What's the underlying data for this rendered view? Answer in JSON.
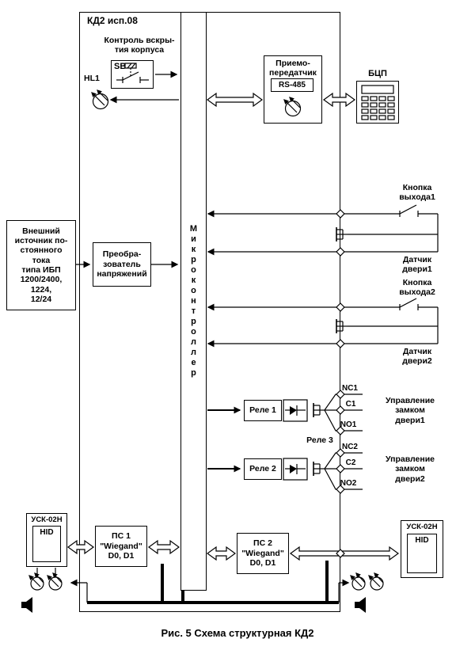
{
  "caption": "Рис. 5 Схема структурная КД2",
  "colors": {
    "line": "#000000",
    "background": "#ffffff"
  },
  "main_unit": {
    "title": "КД2 исп.08"
  },
  "mcu": {
    "label": "Микроконтроллер"
  },
  "tamper": {
    "label": "Контроль вскры-\nтия корпуса",
    "switch": "SB"
  },
  "indicator": {
    "label": "HL1"
  },
  "transceiver": {
    "title": "Приемо-\nпередатчик",
    "interface": "RS-485"
  },
  "console": {
    "label": "БЦП"
  },
  "power": {
    "source": "Внешний\nисточник по-\nстоянного\nтока\nтипа ИБП\n1200/2400,\n1224,\n12/24",
    "converter": "Преобра-\nзователь\nнапряжений"
  },
  "inputs": {
    "exit_button1": "Кнопка\nвыхода1",
    "door_sensor1": "Датчик\nдвери1",
    "exit_button2": "Кнопка\nвыхода2",
    "door_sensor2": "Датчик\nдвери2"
  },
  "relays": {
    "relay1": "Реле 1",
    "relay2": "Реле 2",
    "relay3": "Реле 3",
    "group1": {
      "nc": "NC1",
      "c": "C1",
      "no": "NO1",
      "label": "Управление\nзамком\nдвери1"
    },
    "group2": {
      "nc": "NC2",
      "c": "C2",
      "no": "NO2",
      "label": "Управление\nзамком\nдвери2"
    }
  },
  "readers": {
    "left_title": "УСК-02Н",
    "left_type": "HID",
    "right_title": "УСК-02Н",
    "right_type": "HID",
    "ps1": "ПС 1\n\"Wiegand\"\nD0, D1",
    "ps2": "ПС 2\n\"Wiegand\"\nD0, D1"
  },
  "icons": {
    "led": "circle-with-emission-arrows",
    "switch": "push-button-contact",
    "transistor": "transistor-symbol",
    "diode": "diode-symbol",
    "keypad": "key-grid",
    "speaker": "speaker-symbol",
    "node": "diamond-terminal"
  }
}
